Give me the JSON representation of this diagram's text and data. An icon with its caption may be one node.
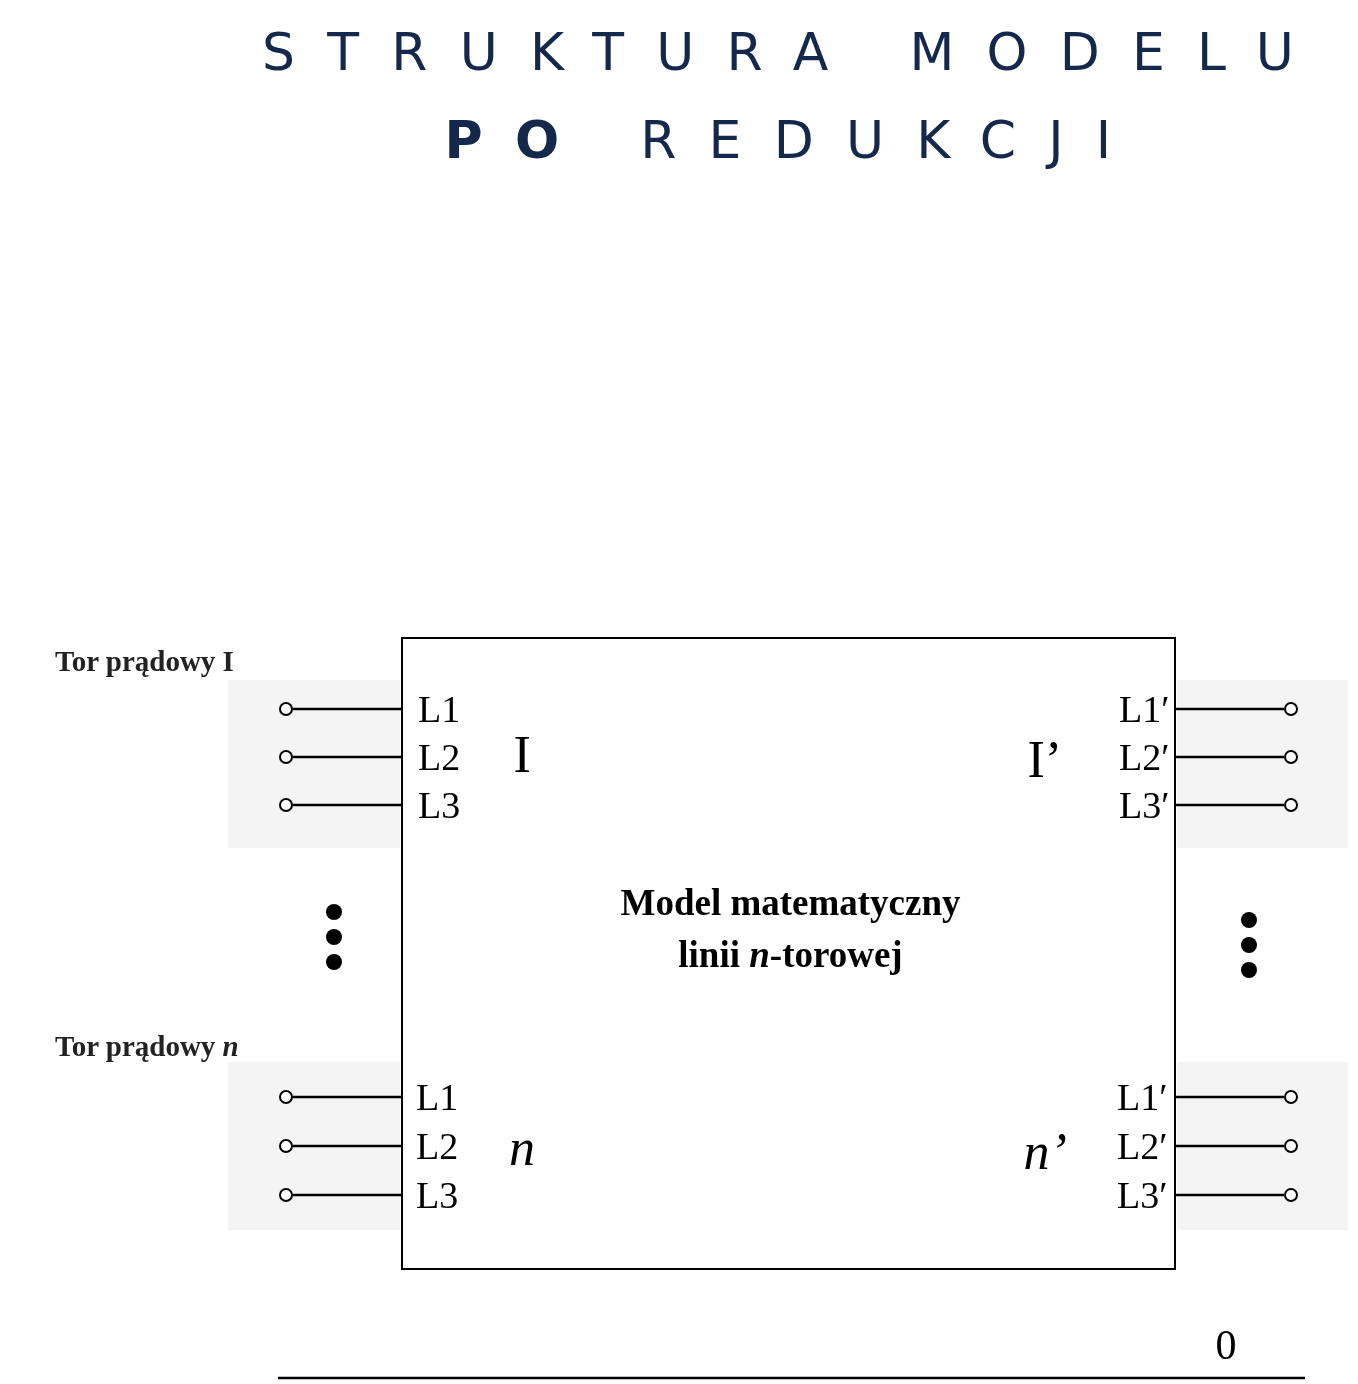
{
  "diagram": {
    "title": "STRUKTURA MODELU **PO** REDUKCJI",
    "nodes": [
      {
        "text": [
          "Model matematyczny linii *n*-torowej"
        ]
      },
      {
        "text": [
          "Tor prądowy I"
        ]
      },
      {
        "text": [],
        "shape": "circle",
        "in": 1
      },
      {
        "text": [],
        "shape": "circle",
        "in": 1
      },
      {
        "text": [],
        "shape": "circle",
        "in": 1
      },
      {
        "text": [
          "Tor prądowy *n*"
        ]
      },
      {
        "text": [],
        "shape": "circle",
        "in": 5
      },
      {
        "text": [],
        "shape": "circle",
        "in": 5
      },
      {
        "text": [],
        "shape": "circle",
        "in": 5
      },
      {
        "text": [],
        "shape": "box"
      },
      {
        "text": [],
        "shape": "circle",
        "in": 9
      },
      {
        "text": [],
        "shape": "circle",
        "in": 9
      },
      {
        "text": [],
        "shape": "circle",
        "in": 9
      },
      {
        "text": [],
        "shape": "box"
      },
      {
        "text": [],
        "shape": "circle",
        "in": 13
      },
      {
        "text": [],
        "shape": "circle",
        "in": 13
      },
      {
        "text": [],
        "shape": "circle",
        "in": 13
      }
    ],
    "edges": [
      {
        "from": 2,
        "to": 0,
        "arrow": "none"
      },
      {
        "from": 3,
        "to": 0,
        "arrow": "none"
      },
      {
        "from": 4,
        "to": 0,
        "arrow": "none"
      },
      {
        "from": 6,
        "to": 0,
        "arrow": "none"
      },
      {
        "from": 7,
        "to": 0,
        "arrow": "none"
      },
      {
        "from": 8,
        "to": 0,
        "arrow": "none"
      },
      {
        "from": 0,
        "to": 10,
        "arrow": "none"
      },
      {
        "from": 0,
        "to": 11,
        "arrow": "none"
      },
      {
        "from": 0,
        "to": 12,
        "arrow": "none"
      },
      {
        "from": 0,
        "to": 14,
        "arrow": "none"
      },
      {
        "from": 0,
        "to": 15,
        "arrow": "none"
      },
      {
        "from": 0,
        "to": 16,
        "arrow": "none"
      }
    ],
    "labels": [
      "L1",
      "I",
      "I’",
      "L1′",
      "L2",
      "L2′",
      "L3",
      "L3′",
      "L1",
      "L1′",
      "L2",
      "n",
      "n’",
      "L2′",
      "L3",
      "L3′",
      "0"
    ]
  }
}
